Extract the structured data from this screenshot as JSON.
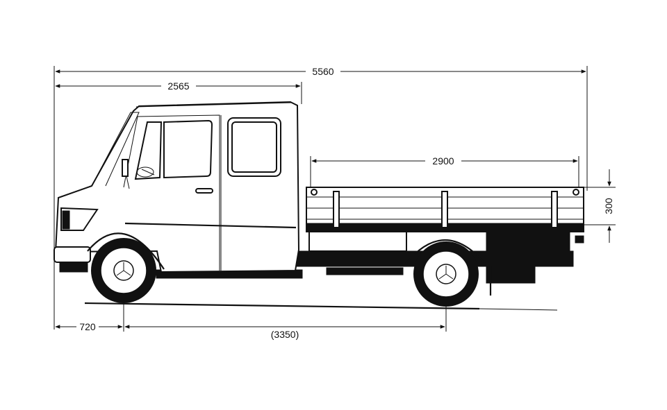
{
  "dimensions": {
    "overall_length": "5560",
    "cab_length": "2565",
    "bed_length": "2900",
    "side_height": "300",
    "front_overhang": "720",
    "wheelbase": "(3350)"
  }
}
